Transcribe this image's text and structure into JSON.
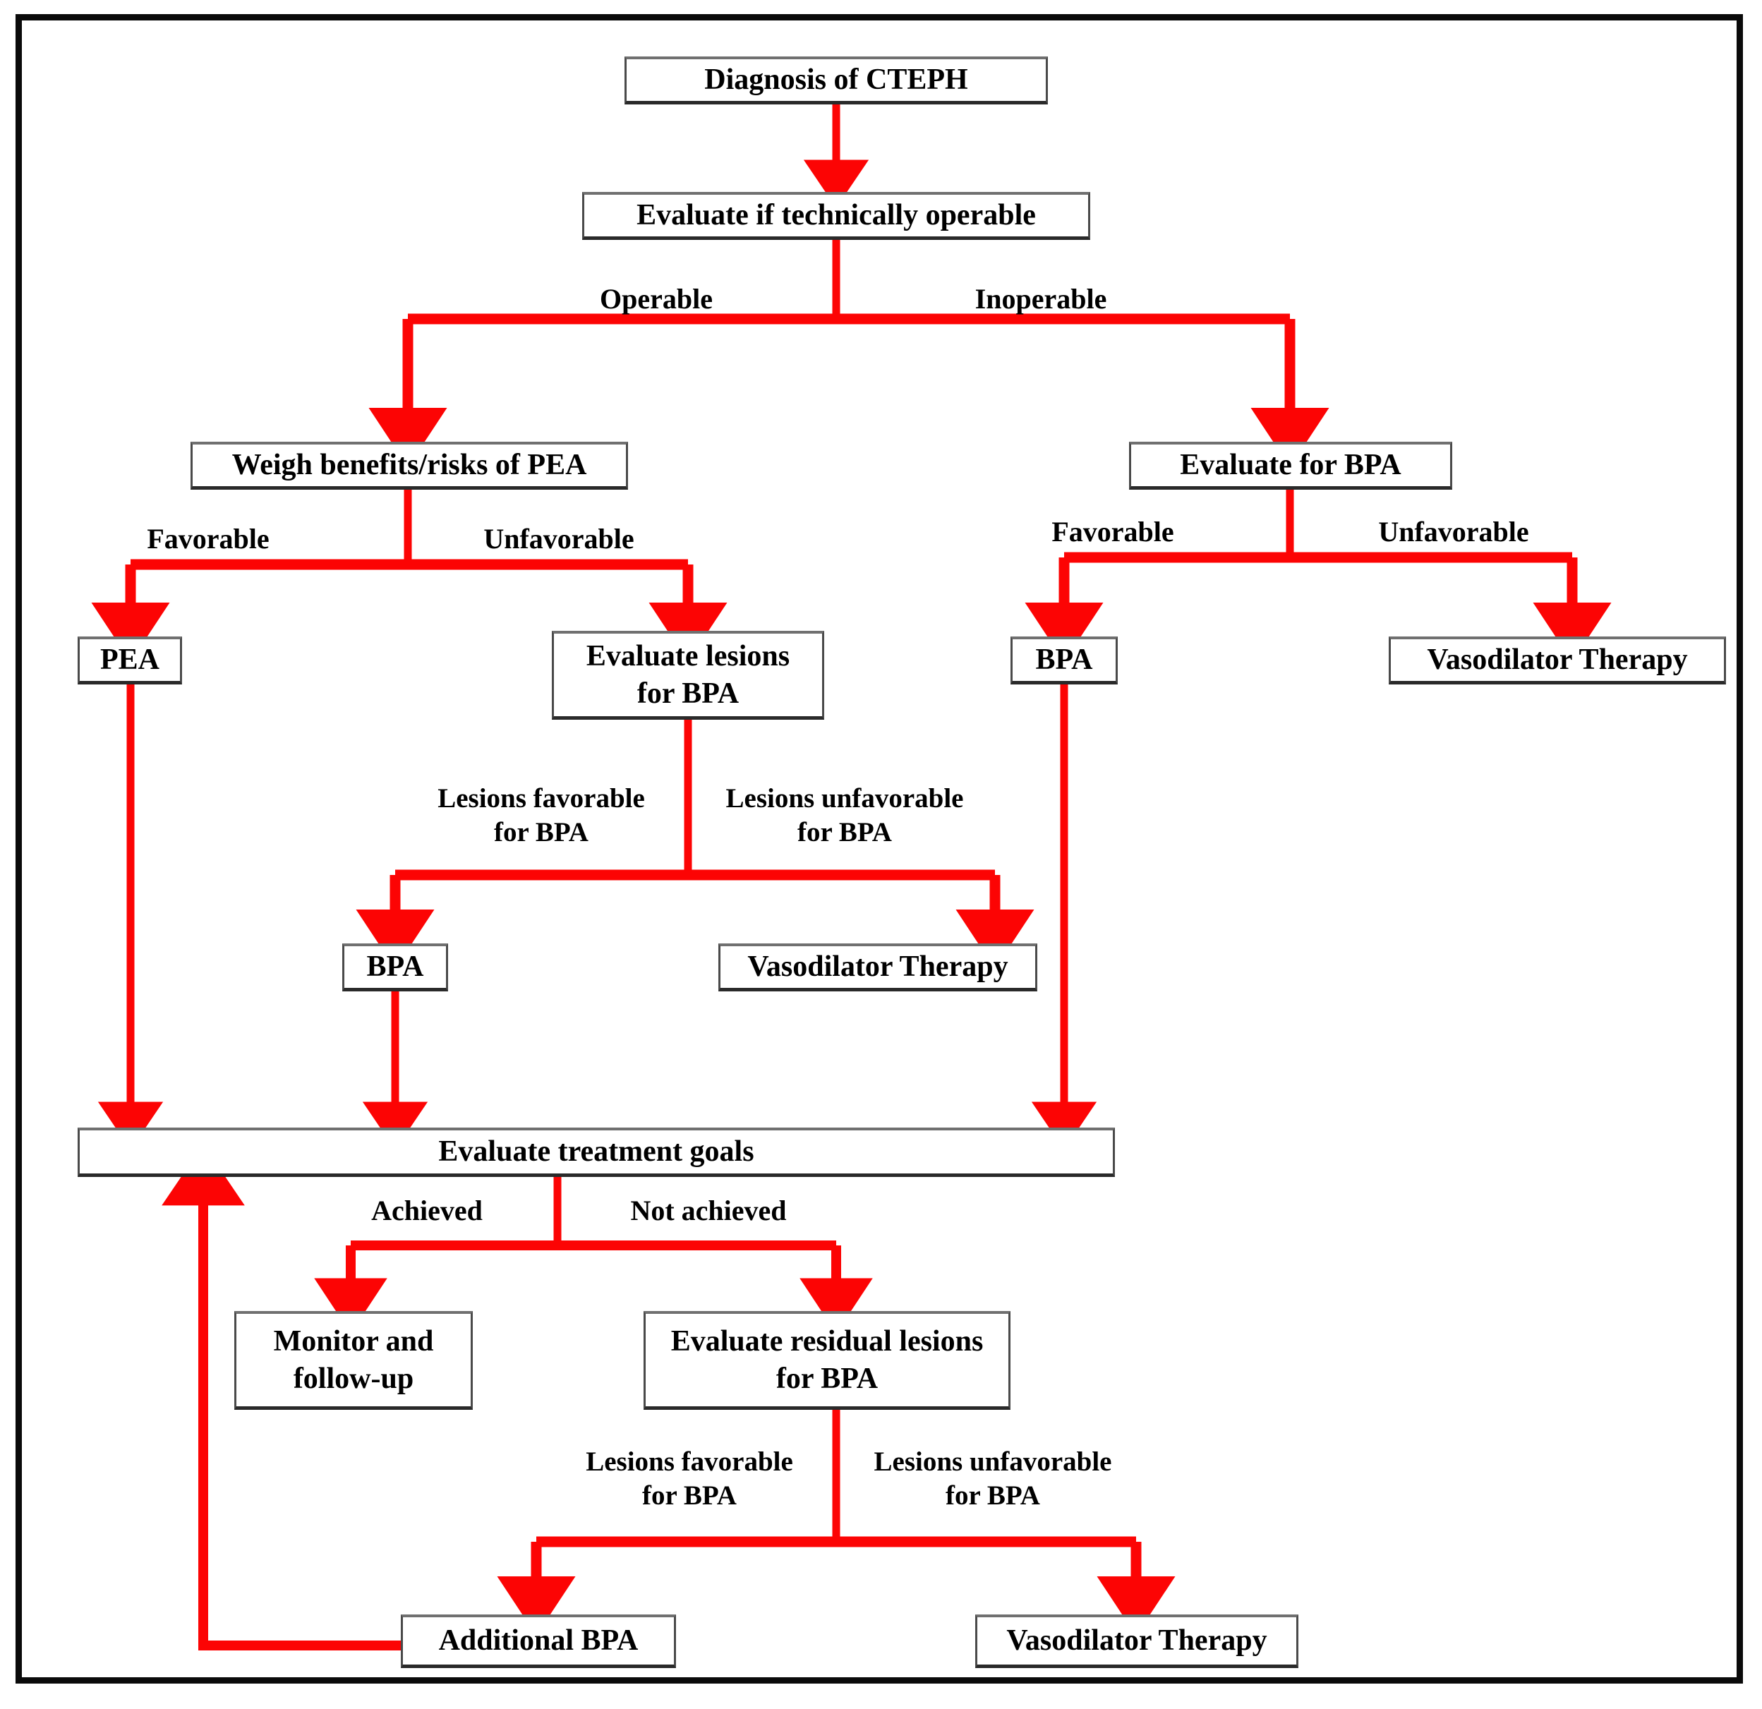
{
  "diagram": {
    "title": "CTEPH treatment algorithm flowchart",
    "accent_color": "#fc0404",
    "frame_color": "#0a0a0a",
    "box_border_color": "#4a4a4a",
    "background": "#ffffff",
    "nodes": {
      "diagnosis": "Diagnosis of CTEPH",
      "evaluate_operable": "Evaluate if technically operable",
      "weigh_pea": "Weigh benefits/risks of PEA",
      "evaluate_bpa": "Evaluate for BPA",
      "pea": "PEA",
      "evaluate_lesions_bpa": "Evaluate lesions\nfor BPA",
      "bpa_right": "BPA",
      "vasodilator_right": "Vasodilator Therapy",
      "bpa_mid": "BPA",
      "vasodilator_mid": "Vasodilator Therapy",
      "evaluate_goals": "Evaluate treatment goals",
      "monitor_followup": "Monitor and\nfollow-up",
      "evaluate_residual": "Evaluate residual lesions\nfor BPA",
      "additional_bpa": "Additional BPA",
      "vasodilator_bottom": "Vasodilator Therapy"
    },
    "edge_labels": {
      "operable": "Operable",
      "inoperable": "Inoperable",
      "favorable_pea": "Favorable",
      "unfavorable_pea": "Unfavorable",
      "favorable_bpa": "Favorable",
      "unfavorable_bpa": "Unfavorable",
      "lesions_favorable_1": "Lesions favorable\nfor BPA",
      "lesions_unfavorable_1": "Lesions unfavorable\nfor BPA",
      "achieved": "Achieved",
      "not_achieved": "Not achieved",
      "lesions_favorable_2": "Lesions favorable\nfor BPA",
      "lesions_unfavorable_2": "Lesions unfavorable\nfor BPA"
    }
  }
}
